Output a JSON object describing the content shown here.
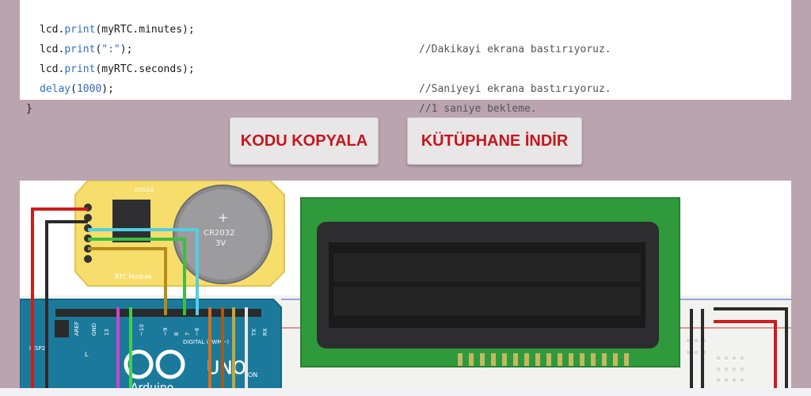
{
  "code": {
    "lines": [
      {
        "obj": "lcd.",
        "fn": "print",
        "args": "(myRTC.minutes);",
        "comment": "//Dakikayi ekrana bastırıyoruz."
      },
      {
        "obj": "lcd.",
        "fn": "print",
        "args_open": "(",
        "str": "\":\"",
        "args_close": ");",
        "comment": ""
      },
      {
        "obj": "lcd.",
        "fn": "print",
        "args": "(myRTC.seconds);",
        "comment": "//Saniyeyi ekrana bastırıyoruz."
      },
      {
        "fn": "delay",
        "args_open": "(",
        "num": "1000",
        "args_close": ");",
        "comment": "//1 saniye bekleme."
      }
    ],
    "closing_brace": "}"
  },
  "buttons": {
    "copy_label": "KODU KOPYALA",
    "library_label": "KÜTÜPHANE İNDİR"
  },
  "circuit": {
    "rtc_chip": "KDS1G",
    "battery_label": "CR2032",
    "battery_voltage": "3V",
    "rtc_module_label": "RTC Module",
    "arduino_labels": [
      "AREF",
      "GND",
      "13",
      "~10",
      "~9",
      "8",
      "7",
      "~6",
      "TX",
      "RX",
      "L",
      "ON",
      "DIGITAL (PWM~)",
      "ICSP2"
    ],
    "arduino_brand": "UNO",
    "arduino_text": "Arduino"
  },
  "colors": {
    "background": "#baa4af",
    "button_text": "#c4171c",
    "lcd_green": "#2f9a3c",
    "arduino_blue": "#1b7a9c",
    "rtc_yellow": "#f7dd6b"
  }
}
